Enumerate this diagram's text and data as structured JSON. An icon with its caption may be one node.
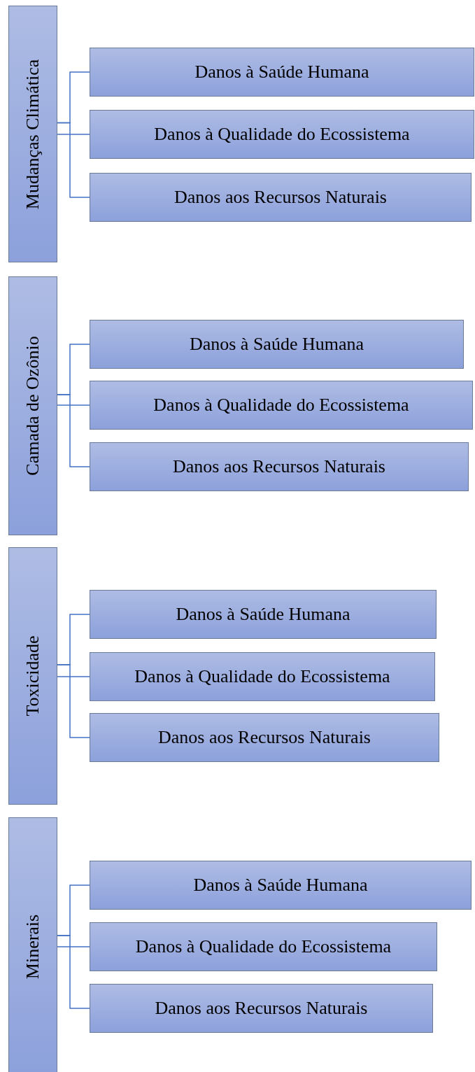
{
  "diagram": {
    "nodes": [
      {
        "text": [
          "Mudanças Climática"
        ]
      },
      {
        "text": [
          "Danos à Saúde Humana"
        ]
      },
      {
        "text": [
          "Danos à Qualidade do Ecossistema"
        ]
      },
      {
        "text": [
          "Danos aos Recursos Naturais"
        ]
      },
      {
        "text": [
          "Camada de Ozônio"
        ]
      },
      {
        "text": [
          "Danos à Saúde Humana"
        ]
      },
      {
        "text": [
          "Danos à Qualidade do Ecossistema"
        ]
      },
      {
        "text": [
          "Danos aos Recursos Naturais"
        ]
      },
      {
        "text": [
          "Toxicidade"
        ]
      },
      {
        "text": [
          "Danos à Saúde Humana"
        ]
      },
      {
        "text": [
          "Danos à Qualidade do Ecossistema"
        ]
      },
      {
        "text": [
          "Danos aos Recursos Naturais"
        ]
      },
      {
        "text": [
          "Minerais"
        ]
      },
      {
        "text": [
          "Danos à Saúde Humana"
        ]
      },
      {
        "text": [
          "Danos à Qualidade do Ecossistema"
        ]
      },
      {
        "text": [
          "Danos aos Recursos Naturais"
        ]
      }
    ],
    "edges": [
      {
        "from": 0,
        "to": 1,
        "arrow": "none"
      },
      {
        "from": 0,
        "to": 2,
        "arrow": "none"
      },
      {
        "from": 0,
        "to": 3,
        "arrow": "none"
      },
      {
        "from": 4,
        "to": 5,
        "arrow": "none"
      },
      {
        "from": 4,
        "to": 6,
        "arrow": "none"
      },
      {
        "from": 4,
        "to": 7,
        "arrow": "none"
      },
      {
        "from": 8,
        "to": 9,
        "arrow": "none"
      },
      {
        "from": 8,
        "to": 10,
        "arrow": "none"
      },
      {
        "from": 8,
        "to": 11,
        "arrow": "none"
      },
      {
        "from": 12,
        "to": 13,
        "arrow": "none"
      },
      {
        "from": 12,
        "to": 14,
        "arrow": "none"
      },
      {
        "from": 12,
        "to": 15,
        "arrow": "none"
      }
    ]
  }
}
